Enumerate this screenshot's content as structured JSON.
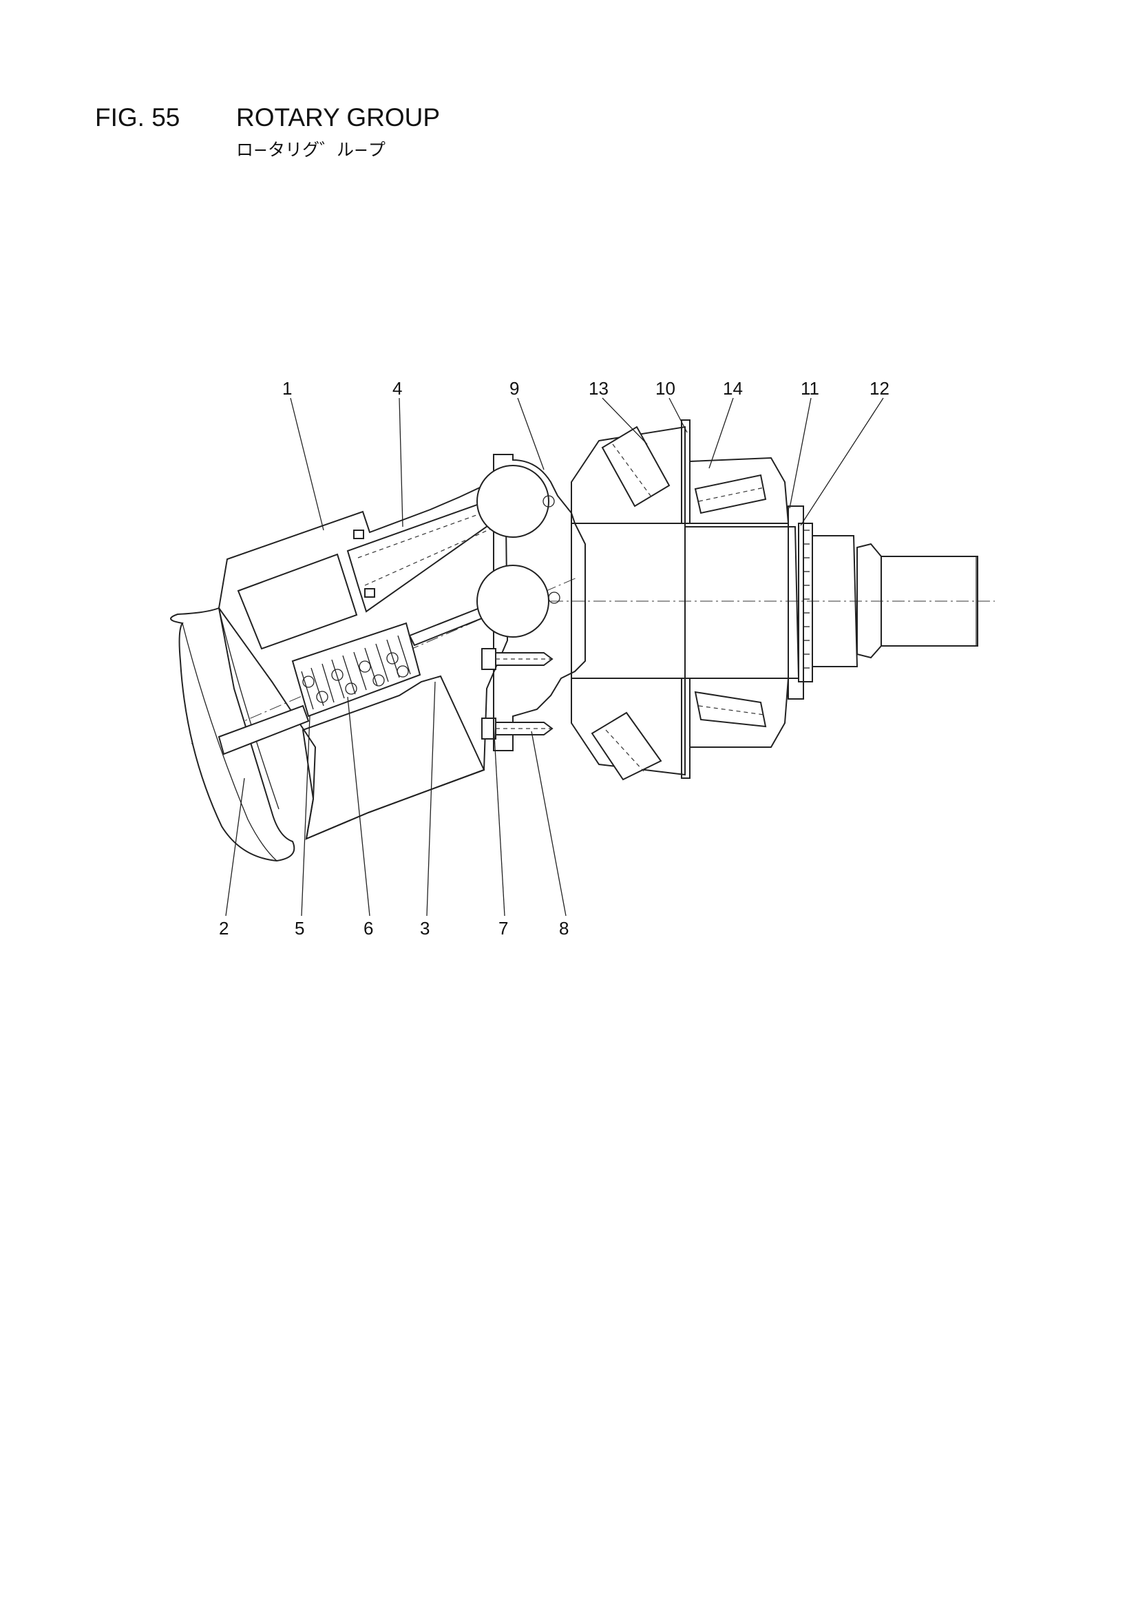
{
  "header": {
    "figure_number": "FIG. 55",
    "title": "ROTARY GROUP",
    "subtitle": "ロ−タリグ゛ル−プ"
  },
  "callouts": [
    {
      "id": "c1",
      "label": "1"
    },
    {
      "id": "c4",
      "label": "4"
    },
    {
      "id": "c9",
      "label": "9"
    },
    {
      "id": "c13",
      "label": "13"
    },
    {
      "id": "c10",
      "label": "10"
    },
    {
      "id": "c14",
      "label": "14"
    },
    {
      "id": "c11",
      "label": "11"
    },
    {
      "id": "c12",
      "label": "12"
    },
    {
      "id": "c2",
      "label": "2"
    },
    {
      "id": "c5",
      "label": "5"
    },
    {
      "id": "c6",
      "label": "6"
    },
    {
      "id": "c3",
      "label": "3"
    },
    {
      "id": "c7",
      "label": "7"
    },
    {
      "id": "c8",
      "label": "8"
    }
  ]
}
